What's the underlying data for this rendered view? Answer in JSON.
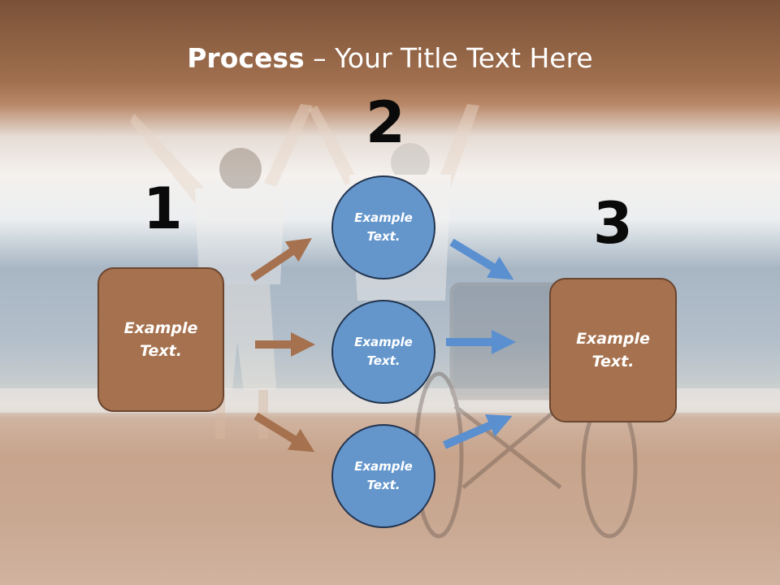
{
  "slide": {
    "title_bold": "Process",
    "title_rest": " – Your Title Text Here",
    "step_numbers": [
      "1",
      "2",
      "3"
    ],
    "box_left": "Example\nText.",
    "box_right": "Example\nText.",
    "circles": [
      "Example\nText.",
      "Example\nText.",
      "Example\nText."
    ]
  },
  "colors": {
    "brown_box": "#a5714e",
    "blue_circle": "#6496cc",
    "brown_arrow": "#a5714e",
    "blue_arrow": "#5a8fd0"
  },
  "icons": [
    "arrow-icon"
  ]
}
